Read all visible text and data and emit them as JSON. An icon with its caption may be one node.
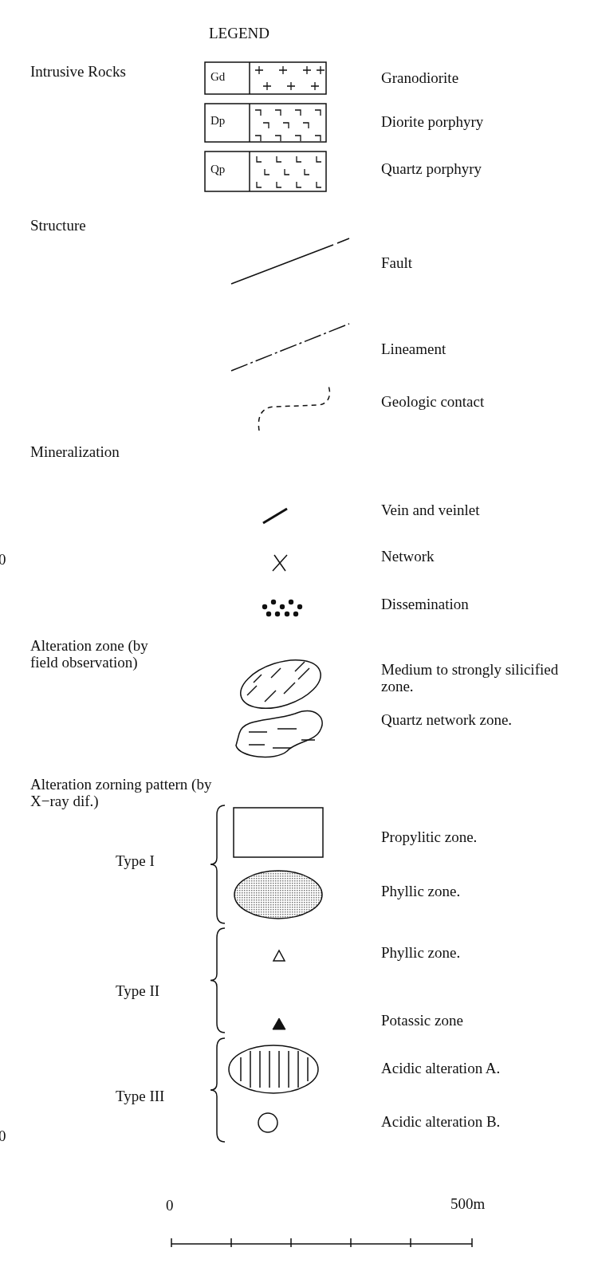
{
  "diagram": {
    "title": "LEGEND",
    "labels": [
      "Intrusive Rocks",
      "Gd",
      "Dp",
      "Qp",
      "Structure",
      "Mineralization",
      "0",
      "Alteration zone (by field observation)",
      "Alteration zorning pattern (by X−ray dif.)",
      "Type I",
      "Type II",
      "Type III",
      "0",
      "0",
      "500m"
    ],
    "legend": [
      {
        "text": "Granodiorite"
      },
      {
        "text": "Diorite porphyry"
      },
      {
        "text": "Quartz porphyry"
      },
      {
        "text": "Fault"
      },
      {
        "text": "Lineament"
      },
      {
        "text": "Geologic contact"
      },
      {
        "text": "Vein and veinlet"
      },
      {
        "text": "Network"
      },
      {
        "text": "Dissemination"
      },
      {
        "text": "Medium to strongly silicified zone."
      },
      {
        "text": "Quartz network zone."
      },
      {
        "text": "Propylitic zone."
      },
      {
        "text": "Phyllic zone."
      },
      {
        "text": "Phyllic zone."
      },
      {
        "text": "Potassic zone"
      },
      {
        "text": "Acidic alteration A."
      },
      {
        "text": "Acidic alteration B."
      }
    ]
  }
}
